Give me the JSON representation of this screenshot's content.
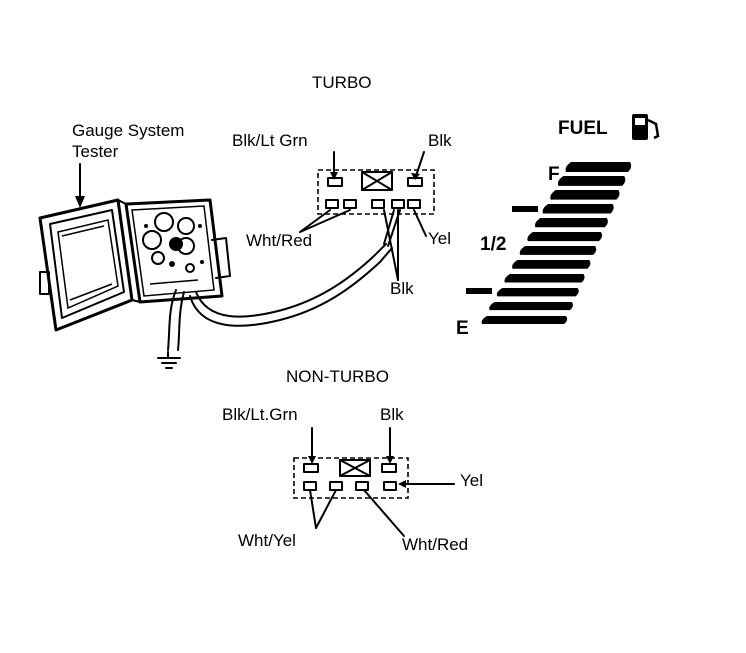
{
  "tester": {
    "line1": "Gauge System",
    "line2": "Tester"
  },
  "turbo": {
    "heading": "TURBO",
    "blk_lt_grn": "Blk/Lt Grn",
    "blk_top": "Blk",
    "wht_red": "Wht/Red",
    "yel": "Yel",
    "blk_bottom": "Blk"
  },
  "non_turbo": {
    "heading": "NON-TURBO",
    "blk_lt_grn": "Blk/Lt.Grn",
    "blk": "Blk",
    "yel": "Yel",
    "wht_yel": "Wht/Yel",
    "wht_red": "Wht/Red"
  },
  "fuel_gauge": {
    "title": "FUEL",
    "full": "F",
    "half": "1/2",
    "empty": "E",
    "icon": "fuel-pump-icon"
  }
}
